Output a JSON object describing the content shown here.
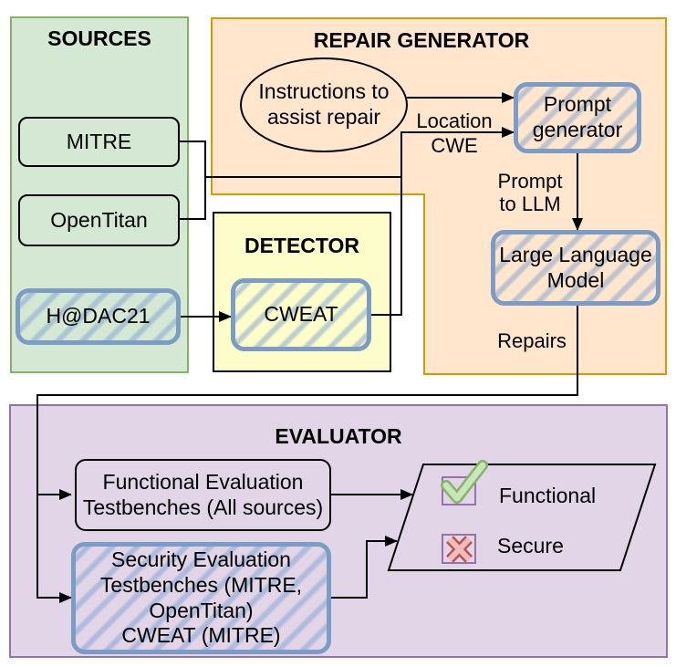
{
  "colors": {
    "sources_fill": "#d5e8d4",
    "sources_border": "#82b366",
    "repair_fill": "#ffe6cc",
    "repair_border": "#d79b00",
    "detector_fill": "#fdfdca",
    "detector_border": "#000000",
    "evaluator_fill": "#e1d5e7",
    "evaluator_border": "#9673a6",
    "hatch_blue": "#7a9cc5",
    "check_green": "#82b366",
    "cross_red": "#b85450",
    "line": "#000000"
  },
  "sources": {
    "title": "SOURCES",
    "items": [
      {
        "label": "MITRE"
      },
      {
        "label": "OpenTitan"
      },
      {
        "label": "H@DAC21"
      }
    ]
  },
  "repair_generator": {
    "title": "REPAIR GENERATOR",
    "instructions": "Instructions to\nassist repair",
    "prompt_generator": "Prompt\ngenerator",
    "llm": "Large Language\nModel"
  },
  "detector": {
    "title": "DETECTOR",
    "tool": "CWEAT"
  },
  "evaluator": {
    "title": "EVALUATOR",
    "functional_tb": "Functional Evaluation\nTestbenches (All sources)",
    "security_tb": "Security Evaluation\nTestbenches (MITRE,\nOpenTitan)\nCWEAT (MITRE)",
    "results": [
      {
        "icon": "check-icon",
        "label": "Functional"
      },
      {
        "icon": "cross-icon",
        "label": "Secure"
      }
    ]
  },
  "edge_labels": {
    "location": "Location",
    "cwe": "CWE",
    "prompt_to_llm": "Prompt\nto LLM",
    "repairs": "Repairs"
  }
}
